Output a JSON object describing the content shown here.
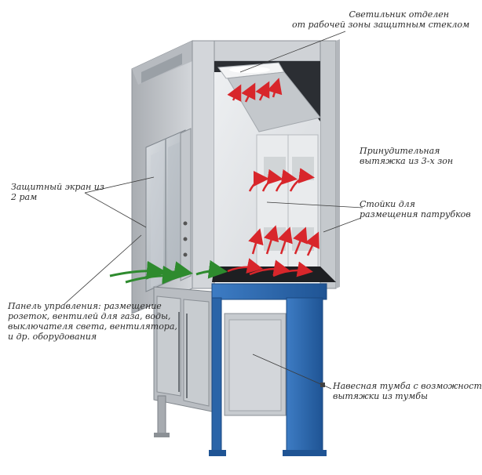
{
  "annotations": {
    "lamp": {
      "line1": "Светильник отделен",
      "line2": "от рабочей зоны защитным стеклом"
    },
    "exhaust": {
      "line1": "Принудительная",
      "line2": "вытяжка из 3-х зон"
    },
    "racks": {
      "line1": "Стойки для",
      "line2": "размещения патрубков"
    },
    "screen": {
      "line1": "Защитный экран из",
      "line2": "2 рам"
    },
    "panel": {
      "line1": "Панель управления: размещение",
      "line2": "розеток, вентилей для газа, воды,",
      "line3": "выключателя света, вентилятора,",
      "line4": "и др. оборудования"
    },
    "cabinet": {
      "line1": "Навесная тумба с возможностью",
      "line2": "вытяжки из тумбы"
    }
  },
  "colors": {
    "frame_gray": "#c9ccd0",
    "blue_stand": "#2f6db3",
    "airflow_red": "#d8262b",
    "airflow_green": "#2e8b2e",
    "interior": "#e6e8ea"
  }
}
